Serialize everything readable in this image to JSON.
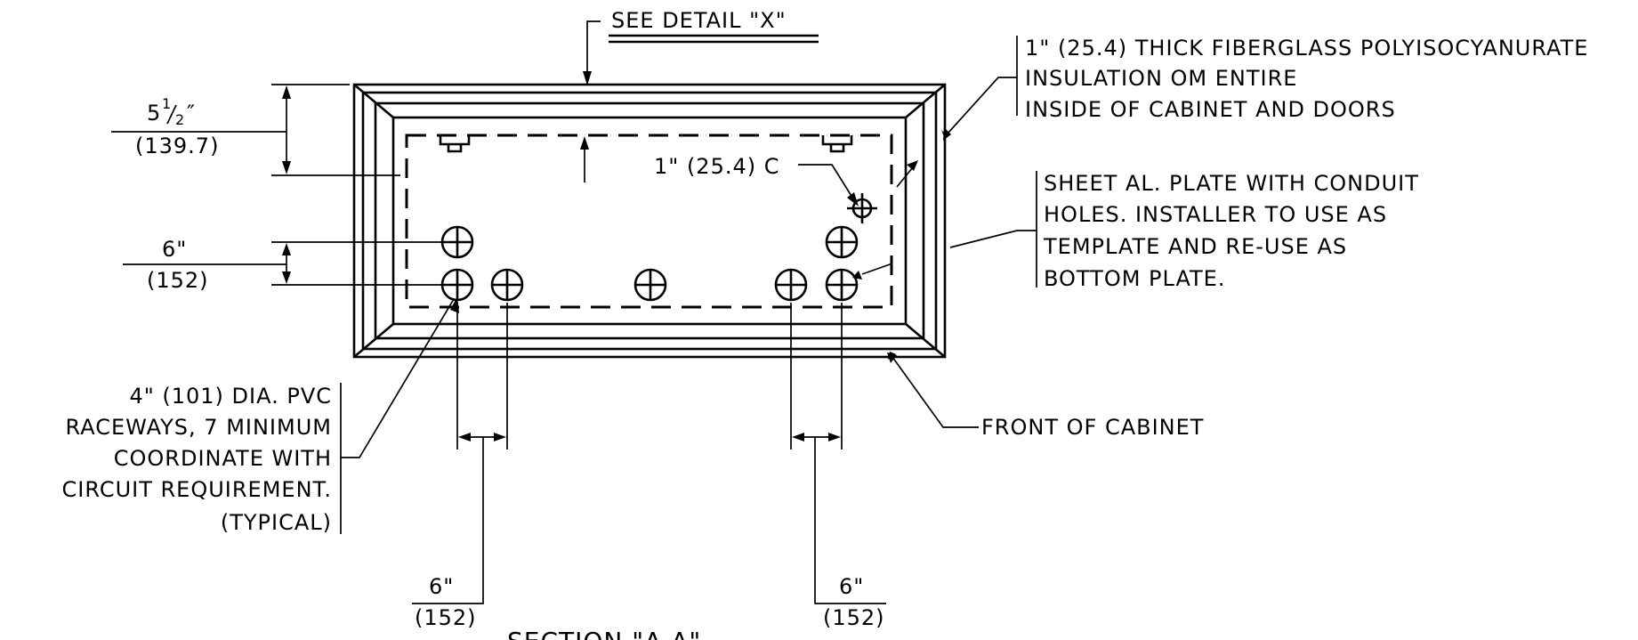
{
  "title": "SECTION \"A-A\"",
  "see_detail": "SEE DETAIL \"X\"",
  "dimensions": {
    "top_height": {
      "value": "5½\"",
      "value_whole": "5",
      "value_frac_num": "1",
      "value_frac_den": "2",
      "metric": "(139.7)"
    },
    "conduit_row_spacing": {
      "value": "6\"",
      "metric": "(152)"
    },
    "left_conduit_spacing": {
      "value": "6\"",
      "metric": "(152)"
    },
    "right_conduit_spacing": {
      "value": "6\"",
      "metric": "(152)"
    },
    "clearance": "1\" (25.4) C"
  },
  "notes": {
    "insulation": [
      "1\" (25.4) THICK FIBERGLASS POLYISOCYANURATE",
      "INSULATION OM ENTIRE",
      "INSIDE OF CABINET AND DOORS"
    ],
    "plate": [
      "SHEET AL. PLATE WITH CONDUIT",
      "HOLES.  INSTALLER TO USE AS",
      "TEMPLATE AND RE-USE AS",
      "BOTTOM PLATE."
    ],
    "front": "FRONT OF CABINET",
    "raceways": [
      "4\" (101) DIA. PVC",
      "RACEWAYS, 7 MINIMUM",
      "COORDINATE WITH",
      "CIRCUIT REQUIREMENT.",
      "(TYPICAL)"
    ]
  }
}
